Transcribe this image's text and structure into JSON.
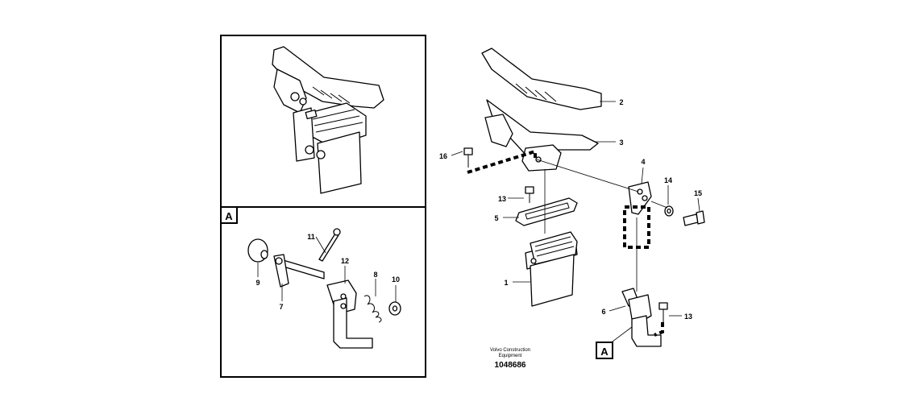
{
  "detail_box": {
    "label": "A"
  },
  "callouts": {
    "c1": "1",
    "c2": "2",
    "c3": "3",
    "c4": "4",
    "c5": "5",
    "c6": "6",
    "c7": "7",
    "c8": "8",
    "c9": "9",
    "c10": "10",
    "c11": "11",
    "c12": "12",
    "c13a": "13",
    "c13b": "13",
    "c14": "14",
    "c15": "15",
    "c16": "16"
  },
  "view_marker": {
    "label": "A"
  },
  "brand": {
    "line1": "Volvo Construction",
    "line2": "Equipment"
  },
  "drawing_number": "1048686"
}
